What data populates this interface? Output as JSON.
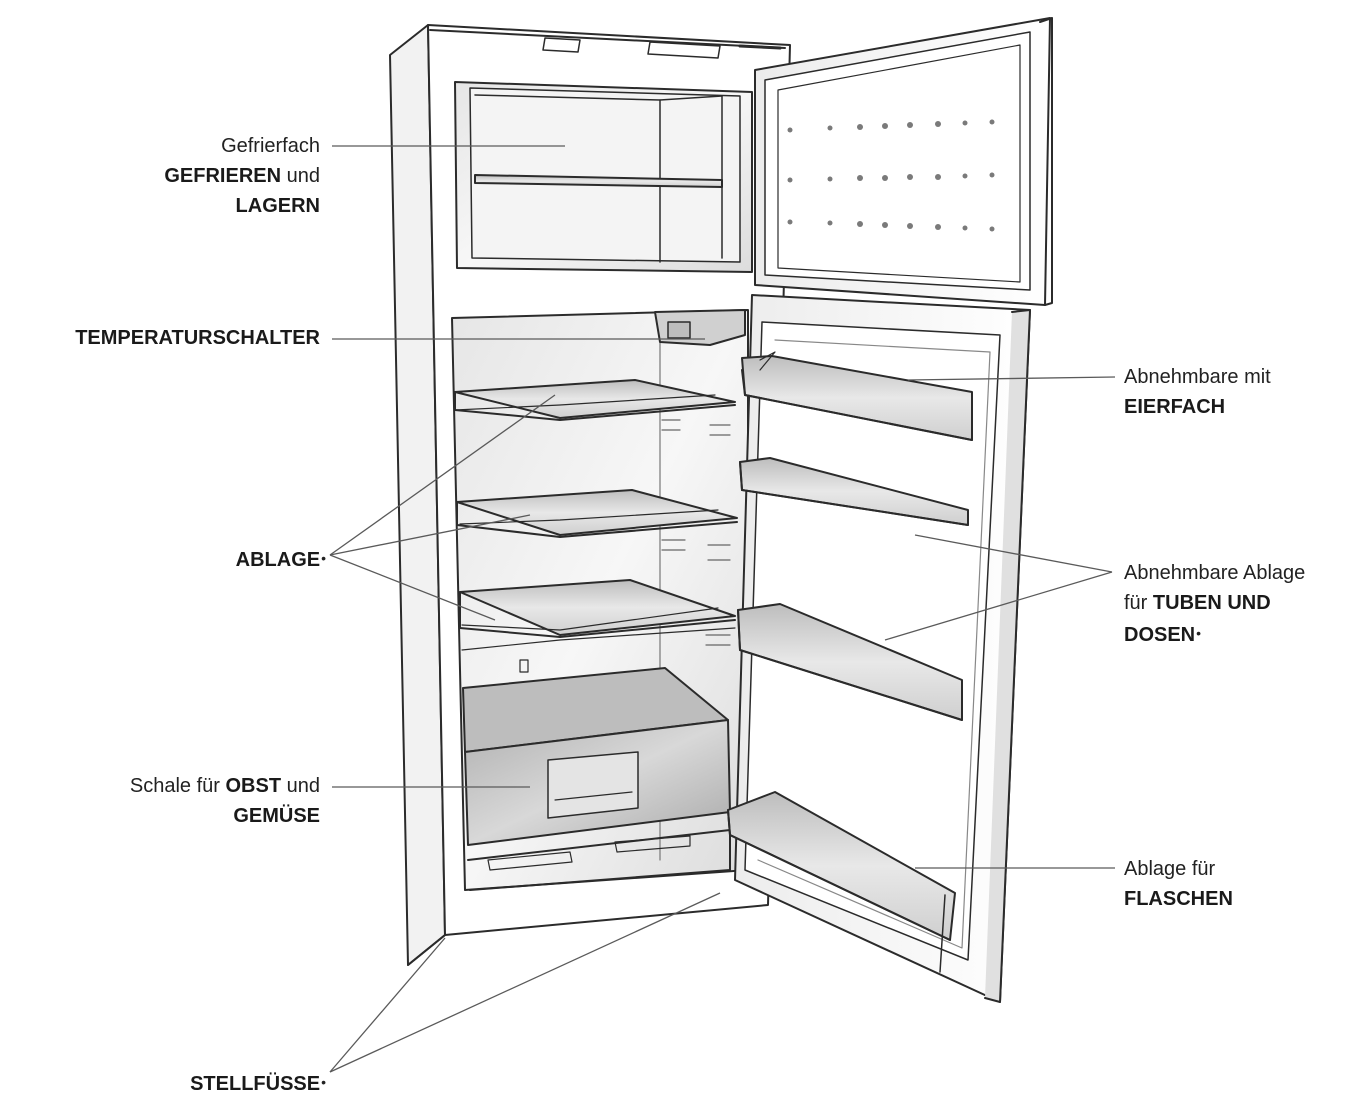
{
  "labels": {
    "freezer": {
      "line1": "Gefrierfach",
      "line2_bold": "GEFRIEREN",
      "line2_rest": " und",
      "line3_bold": "LAGERN"
    },
    "thermostat": {
      "bold": "TEMPERATURSCHALTER"
    },
    "shelves": {
      "bold": "ABLAGE",
      "bullet": "•"
    },
    "crisper": {
      "line1_pre": "Schale für ",
      "line1_bold": "OBST",
      "line1_rest": " und",
      "line2_bold": "GEMÜSE"
    },
    "feet": {
      "bold": "STELLFÜSSE",
      "bullet": "•"
    },
    "egg_tray": {
      "line1": "Abnehmbare mit",
      "line2_bold": "EIERFACH"
    },
    "door_shelf": {
      "line1": "Abnehmbare Ablage",
      "line2_pre": "für ",
      "line2_bold": "TUBEN UND",
      "line3_bold": "DOSEN",
      "bullet": "•"
    },
    "bottle_shelf": {
      "line1": "Ablage für",
      "line2_bold": "FLASCHEN"
    }
  },
  "colors": {
    "outline": "#2b2b2b",
    "leader": "#5a5a5a",
    "body_fill": "#ffffff",
    "interior_shade": "#d9d9d9",
    "shelf_shade": "#c8c8c8",
    "drawer_shade": "#b9b9b9"
  }
}
